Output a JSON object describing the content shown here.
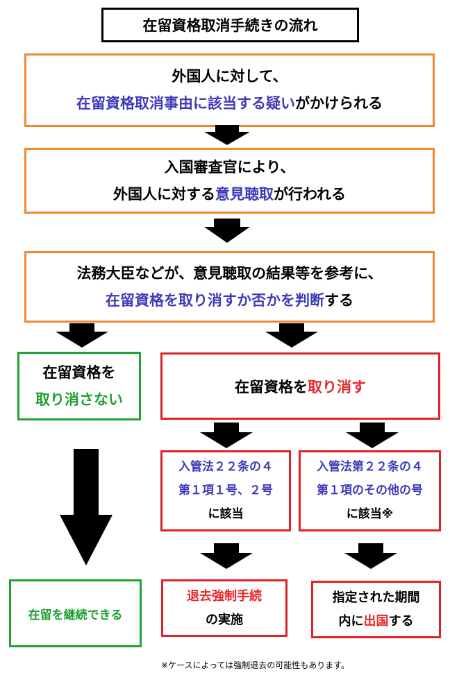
{
  "title": "在留資格取消手続きの流れ",
  "step1": {
    "line1": "外国人に対して、",
    "line2_highlight": "在留資格取消事由に該当する疑い",
    "line2_rest": "がかけられる"
  },
  "step2": {
    "line1": "入国審査官により、",
    "line2_prefix": "外国人に対する",
    "line2_highlight": "意見聴取",
    "line2_rest": "が行われる"
  },
  "step3": {
    "line1": "法務大臣などが、意見聴取の結果等を参考に、",
    "line2_highlight": "在留資格を取り消すか否かを判断",
    "line2_rest": "する"
  },
  "not_cancel": {
    "line1": "在留資格を",
    "line2": "取り消さない"
  },
  "cancel": {
    "prefix": "在留資格を",
    "highlight": "取り消す"
  },
  "branch_a": {
    "line1": "入管法２２条の４",
    "line2": "第１項１号、２号",
    "line3": "に該当"
  },
  "branch_b": {
    "line1": "入管法第２２条の４",
    "line2": "第１項のその他の号",
    "line3": "に該当※"
  },
  "continue_stay": "在留を継続できる",
  "deport": {
    "line1": "退去強制手続",
    "line2": "の実施"
  },
  "depart": {
    "line1": "指定された期間",
    "line2_prefix": "内に",
    "line2_highlight": "出国",
    "line2_rest": "する"
  },
  "footnote": "※ケースによっては強制退去の可能性もあります。",
  "colors": {
    "orange_border": "#f0892b",
    "green_border": "#1fa334",
    "red_border": "#e02126",
    "blue_text": "#3d3ab8",
    "red_text": "#e8262a",
    "green_text": "#1f9e32"
  }
}
